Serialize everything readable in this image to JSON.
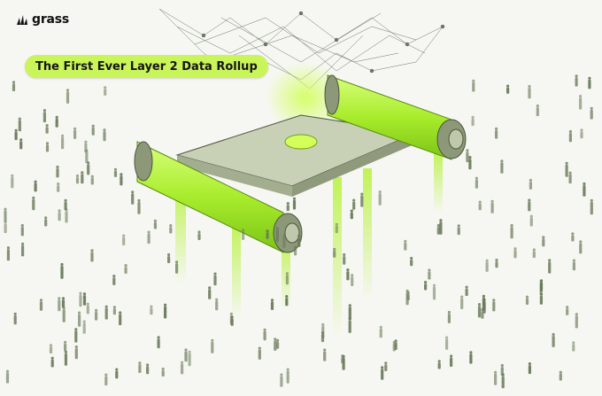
{
  "brand": {
    "name": "grass",
    "icon": "grass-logo-icon"
  },
  "headline": {
    "text": "The First Ever Layer 2 Data Rollup"
  },
  "colors": {
    "accent": "#c9f55a",
    "glow": "#b6f23a",
    "figure": "#6a7a5a",
    "background": "#f6f7f2"
  },
  "illustration": {
    "icons": [
      "network-graph-illustration",
      "rollup-machine-illustration",
      "crowd-illustration"
    ]
  }
}
